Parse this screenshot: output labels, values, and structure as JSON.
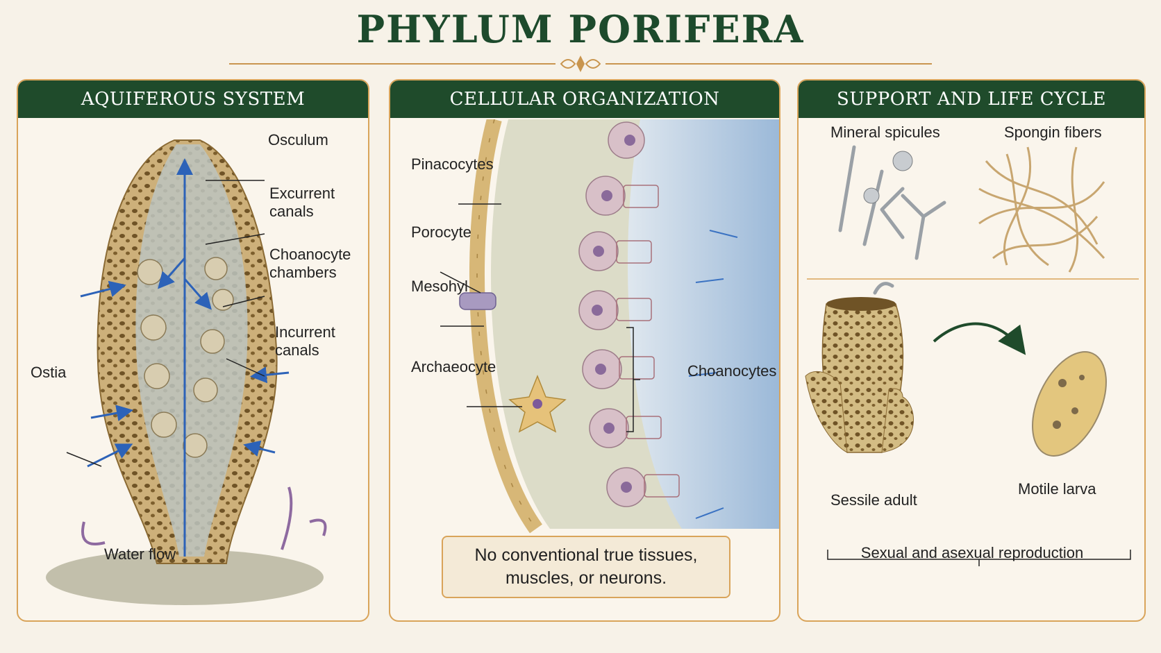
{
  "title": "PHYLUM PORIFERA",
  "colors": {
    "header_green": "#1f4b2b",
    "border_gold": "#d9a45a",
    "flow_blue": "#2c62b8",
    "sponge_tan": "#cdb07a"
  },
  "panels": {
    "aquiferous": {
      "heading": "AQUIFEROUS SYSTEM",
      "labels": {
        "osculum": "Osculum",
        "excurrent_1": "Excurrent",
        "excurrent_2": "canals",
        "choanocyte_1": "Choanocyte",
        "choanocyte_2": "chambers",
        "incurrent_1": "Incurrent",
        "incurrent_2": "canals",
        "ostia": "Ostia"
      },
      "legend": "Water flow"
    },
    "cellular": {
      "heading": "CELLULAR ORGANIZATION",
      "labels": {
        "pinacocytes": "Pinacocytes",
        "porocyte": "Porocyte",
        "mesohyl": "Mesohyl",
        "archaeocyte": "Archaeocyte",
        "choanocytes": "Choanocytes"
      },
      "note_line1": "No conventional true tissues,",
      "note_line2": "muscles, or neurons."
    },
    "support": {
      "heading": "SUPPORT AND LIFE CYCLE",
      "labels": {
        "spicules": "Mineral spicules",
        "spongin": "Spongin fibers",
        "sessile": "Sessile adult",
        "larva": "Motile larva",
        "reproduction": "Sexual and asexual reproduction"
      }
    }
  }
}
